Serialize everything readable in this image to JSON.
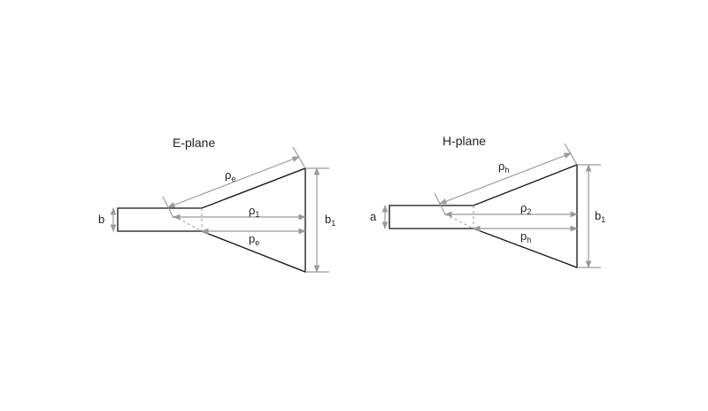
{
  "e_plane": {
    "title": "E-plane",
    "labels": {
      "slant": {
        "main": "ρ",
        "sub": "e"
      },
      "axial": {
        "main": "ρ",
        "sub": "1"
      },
      "length": {
        "main": "p",
        "sub": "e"
      },
      "aperture": {
        "main": "b",
        "sub": "1"
      },
      "guide": "b"
    }
  },
  "h_plane": {
    "title": "H-plane",
    "labels": {
      "slant": {
        "main": "ρ",
        "sub": "h"
      },
      "axial": {
        "main": "ρ",
        "sub": "2"
      },
      "length": {
        "main": "p",
        "sub": "h"
      },
      "aperture": {
        "main": "b",
        "sub": "1"
      },
      "guide": "a"
    }
  }
}
